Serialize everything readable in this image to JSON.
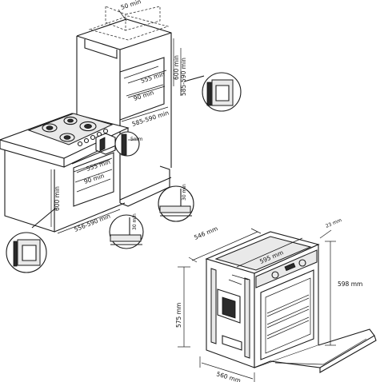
{
  "installation": {
    "top_gap": "50 min",
    "height_600_upper": "600 min",
    "height_585_590_upper": "585-590 min",
    "width_555_upper": "555 min",
    "depth_90_upper": "90 min",
    "depth_585_590_mid": "585-590 min",
    "small_5mm": "5mm",
    "width_555_lower": "555 min",
    "depth_90_lower": "90 min",
    "height_600_lower": "600 min",
    "width_556_590": "556-590 min",
    "vent_30_right": "30 min",
    "vent_30_mid": "30 min"
  },
  "oven": {
    "width_546": "546 mm",
    "inner_595": "595 mm",
    "depth_23": "23 mm",
    "height_598": "598 mm",
    "height_575": "575 mm",
    "width_560": "560 mm"
  }
}
